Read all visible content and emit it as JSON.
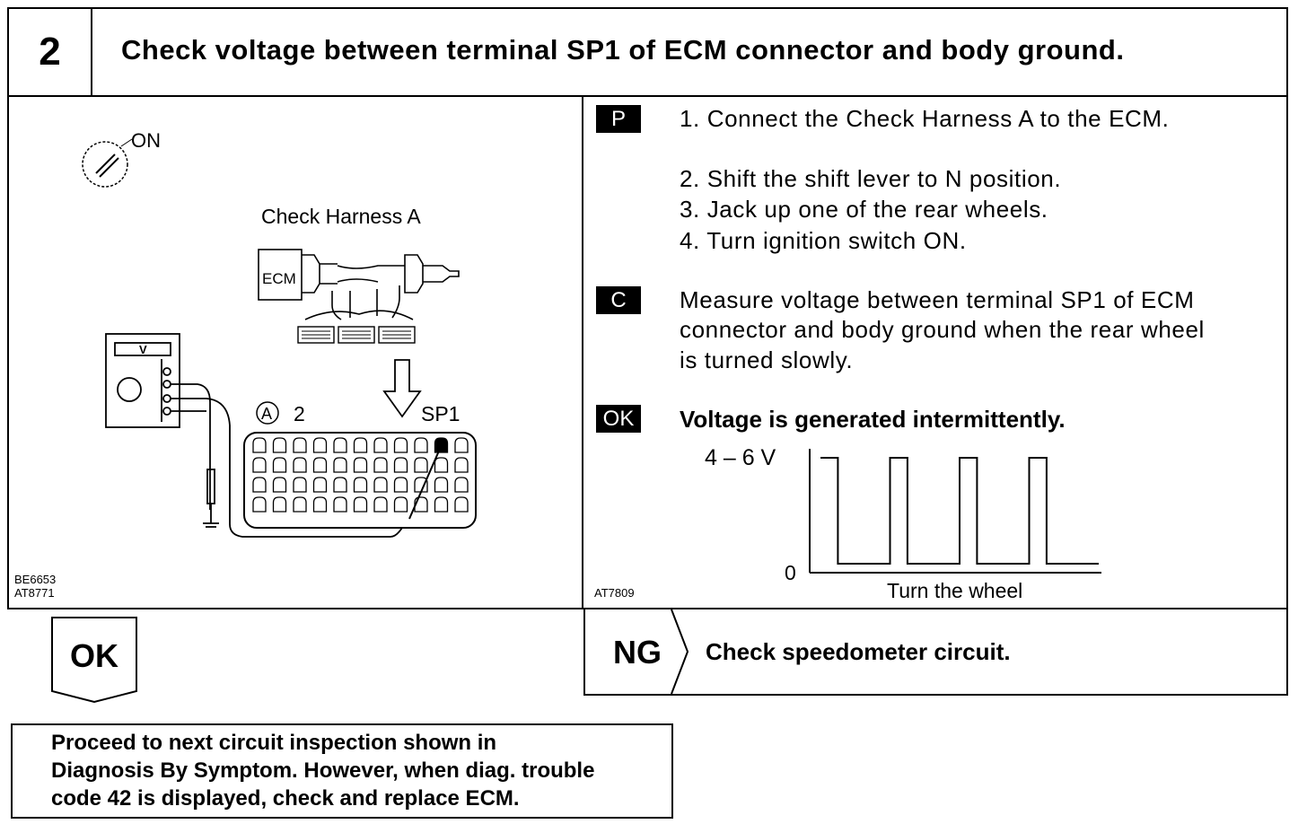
{
  "header": {
    "step_number": "2",
    "title": "Check voltage between terminal SP1 of ECM connector and body ground."
  },
  "illustration_left": {
    "switch_label": "ON",
    "harness_label": "Check Harness A",
    "ecm_label": "ECM",
    "meter_label": "V",
    "connector_label": "A",
    "connector_number": "2",
    "terminal_label": "SP1",
    "fig_code_1": "BE6653",
    "fig_code_2": "AT8771"
  },
  "badges": {
    "p": "P",
    "c": "C",
    "ok": "OK"
  },
  "steps": [
    "1.  Connect the Check Harness A to the ECM.",
    "2.  Shift the shift lever to N position.",
    "3.  Jack up one of the rear wheels.",
    "4.  Turn ignition switch ON."
  ],
  "measure_lines": [
    "Measure voltage between terminal SP1 of ECM",
    "connector and body ground when the rear wheel",
    "is turned slowly."
  ],
  "ok_text": "Voltage is generated intermittently.",
  "chart_data": {
    "type": "line",
    "title": "",
    "ylabel_high": "4 – 6 V",
    "ylabel_low": "0",
    "xlabel": "Turn the wheel",
    "fig_code": "AT7809",
    "x": [
      0,
      1,
      1,
      4,
      4,
      5,
      5,
      8,
      8,
      9,
      9,
      12,
      12,
      13,
      13,
      16
    ],
    "y": [
      1,
      1,
      0,
      0,
      1,
      1,
      0,
      0,
      1,
      1,
      0,
      0,
      1,
      1,
      0,
      0
    ]
  },
  "ok_result": {
    "label": "OK"
  },
  "ng_result": {
    "label": "NG",
    "action": "Check speedometer circuit."
  },
  "proceed_box": {
    "lines": [
      "Proceed to next circuit inspection shown in",
      "Diagnosis By Symptom. However, when diag. trouble",
      "code 42 is displayed, check and replace ECM."
    ]
  }
}
